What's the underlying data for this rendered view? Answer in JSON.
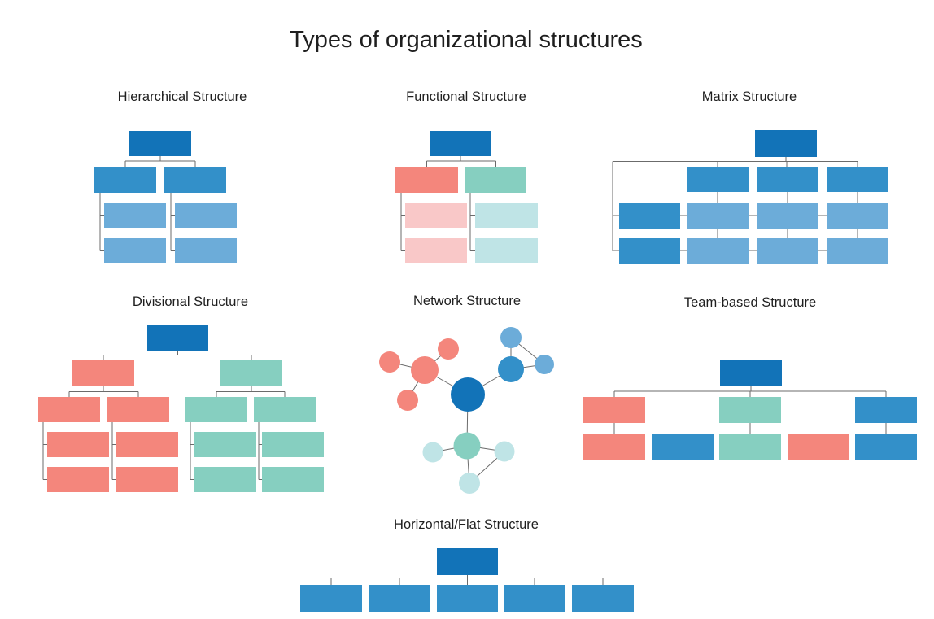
{
  "title": "Types of organizational structures",
  "palette": {
    "bg": "#ffffff",
    "text": "#1f1f1f",
    "line": "#6b6b6b",
    "blue-dark": "#1273b8",
    "blue-mid": "#3390c9",
    "blue-light": "#6cacd9",
    "salmon": "#f4867c",
    "pink": "#f9c8c8",
    "teal": "#86cfc0",
    "teal-light": "#bfe4e6"
  },
  "sections": {
    "hierarchical": {
      "label": "Hierarchical Structure",
      "type": "tree",
      "node_counts_by_level": [
        1,
        2,
        4
      ]
    },
    "functional": {
      "label": "Functional Structure",
      "type": "tree",
      "node_counts_by_level": [
        1,
        2,
        4
      ]
    },
    "matrix": {
      "label": "Matrix Structure",
      "type": "grid",
      "node_counts_by_row": [
        1,
        3,
        4,
        4
      ]
    },
    "divisional": {
      "label": "Divisional Structure",
      "type": "tree",
      "node_counts_by_level": [
        1,
        2,
        4,
        8
      ]
    },
    "network": {
      "label": "Network Structure",
      "type": "network",
      "node_count": 12,
      "cluster_count": 3
    },
    "team": {
      "label": "Team-based Structure",
      "type": "tree",
      "node_counts_by_level": [
        1,
        3,
        5
      ]
    },
    "horizontal": {
      "label": "Horizontal/Flat Structure",
      "type": "tree",
      "node_counts_by_level": [
        1,
        5
      ]
    }
  }
}
